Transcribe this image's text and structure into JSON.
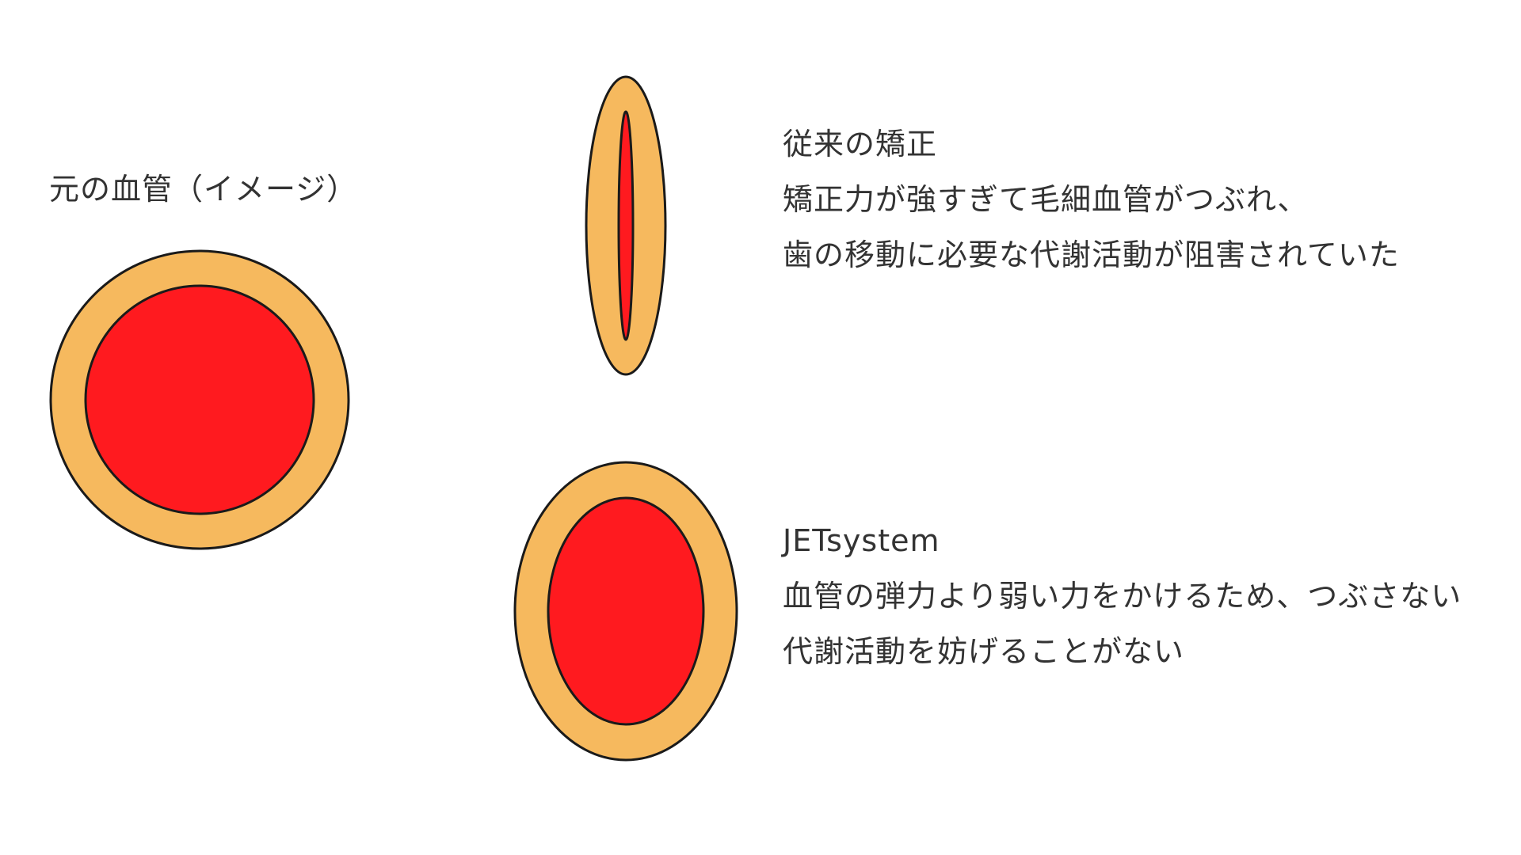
{
  "colors": {
    "outer_fill": "#F6B95E",
    "inner_fill": "#FF1A1F",
    "stroke": "#1a1a1a",
    "text": "#333333",
    "background": "#ffffff"
  },
  "original_vessel": {
    "label": "元の血管（イメージ）"
  },
  "conventional": {
    "title": "従来の矯正",
    "lines": [
      "矯正力が強すぎて毛細血管がつぶれ、",
      "歯の移動に必要な代謝活動が阻害されていた"
    ]
  },
  "jet_system": {
    "title": "JETsystem",
    "lines": [
      "血管の弾力より弱い力をかけるため、つぶさない",
      "代謝活動を妨げることがない"
    ]
  }
}
